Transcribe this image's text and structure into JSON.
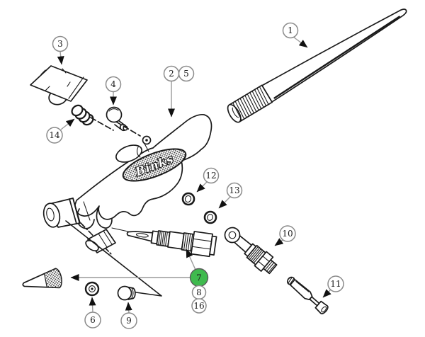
{
  "diagram": {
    "type": "exploded-parts-diagram",
    "brand_label": "Binks",
    "highlighted_callout": "7",
    "colors": {
      "highlight": "#3fba4e",
      "line": "#1a1a1a",
      "callout_stroke": "#8a8a8a",
      "arrow": "#9a9a9a",
      "background": "#ffffff"
    },
    "callouts": [
      {
        "label": "1"
      },
      {
        "label": "2"
      },
      {
        "label": "5"
      },
      {
        "label": "3"
      },
      {
        "label": "4"
      },
      {
        "label": "14"
      },
      {
        "label": "12"
      },
      {
        "label": "13"
      },
      {
        "label": "7"
      },
      {
        "label": "8"
      },
      {
        "label": "16"
      },
      {
        "label": "6"
      },
      {
        "label": "9"
      },
      {
        "label": "10"
      },
      {
        "label": "11"
      }
    ]
  }
}
